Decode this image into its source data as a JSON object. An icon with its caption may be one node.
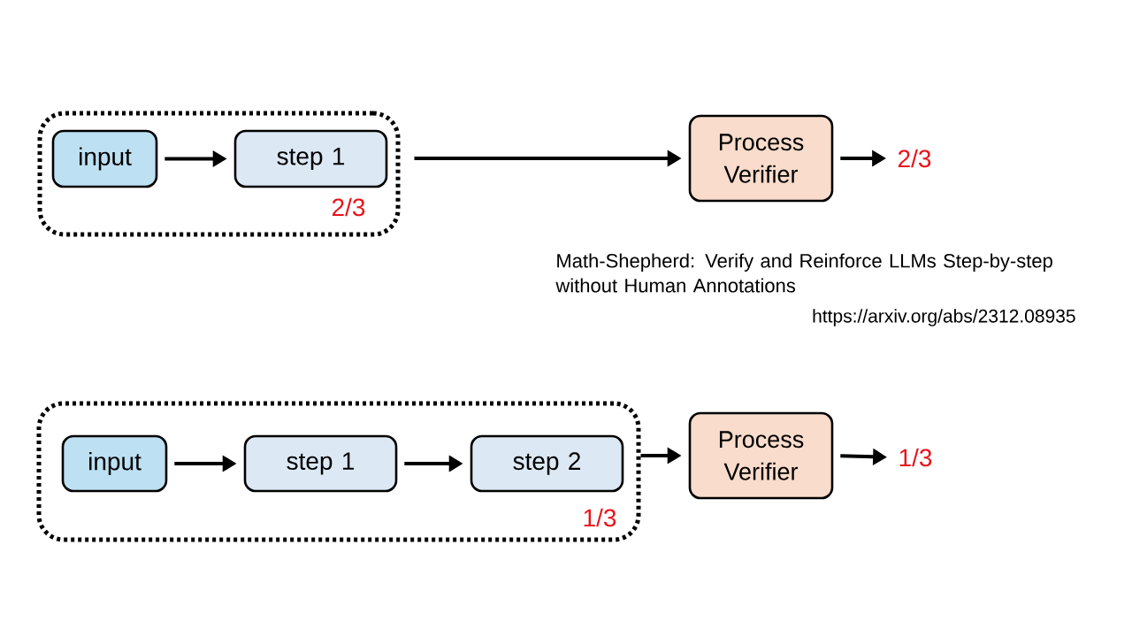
{
  "diagram": {
    "nodes": [
      {
        "text": [
          "2/3"
        ]
      },
      {
        "text": [
          "input"
        ],
        "in": 0
      },
      {
        "text": [
          "step 1"
        ],
        "in": 0
      },
      {
        "text": [
          "Process Verifier"
        ]
      },
      {
        "text": [
          "2/3"
        ]
      },
      {
        "text": [
          "1/3"
        ]
      },
      {
        "text": [
          "input"
        ],
        "in": 5
      },
      {
        "text": [
          "step 1"
        ],
        "in": 5
      },
      {
        "text": [
          "step 2"
        ],
        "in": 5
      },
      {
        "text": [
          "Process Verifier"
        ]
      },
      {
        "text": [
          "1/3"
        ]
      }
    ],
    "edges": [
      {
        "from": 1,
        "to": 2,
        "arrow": "to"
      },
      {
        "from": 0,
        "to": 3,
        "arrow": "to"
      },
      {
        "from": 3,
        "to": 4,
        "arrow": "to"
      },
      {
        "from": 6,
        "to": 7,
        "arrow": "to"
      },
      {
        "from": 7,
        "to": 8,
        "arrow": "to"
      },
      {
        "from": 5,
        "to": 9,
        "arrow": "to"
      },
      {
        "from": 9,
        "to": 10,
        "arrow": "to"
      }
    ],
    "labels": [
      "Math-Shepherd: Verify and Reinforce LLMs Step-by-step without Human Annotations",
      "https://arxiv.org/abs/2312.08935"
    ]
  }
}
